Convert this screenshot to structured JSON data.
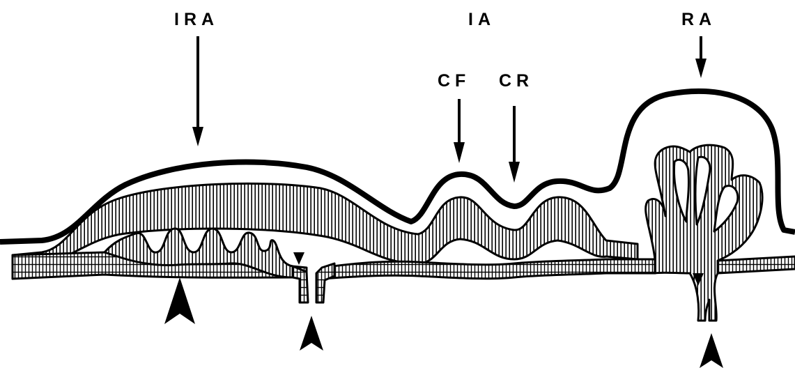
{
  "labels": {
    "ira": "IRA",
    "ia": "IA",
    "ra": "RA",
    "cf": "CF",
    "cr": "CR"
  },
  "colors": {
    "ink": "#000000",
    "paper": "#ffffff"
  }
}
